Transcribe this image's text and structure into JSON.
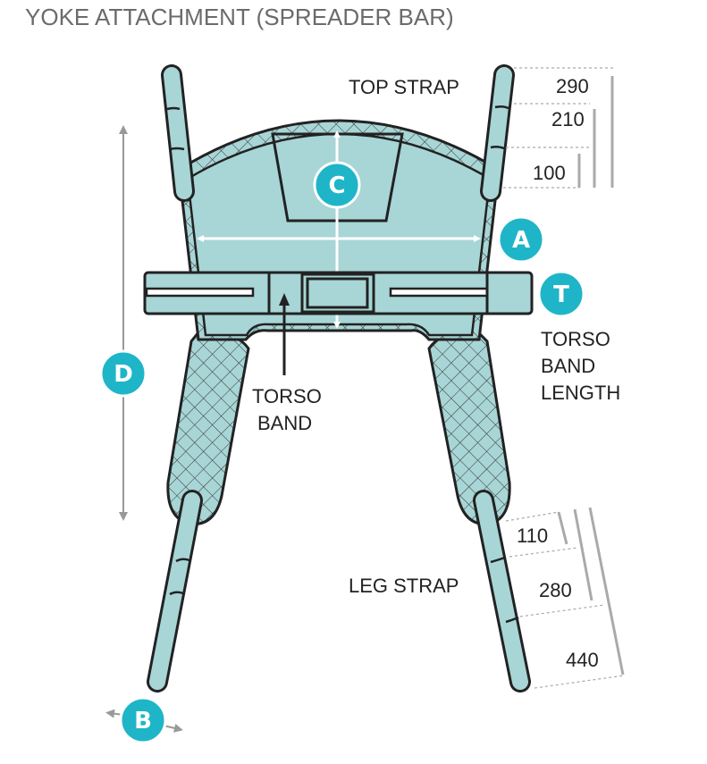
{
  "title": "YOKE ATTACHMENT (SPREADER BAR)",
  "labels": {
    "top_strap": "TOP STRAP",
    "leg_strap": "LEG STRAP",
    "torso_band": [
      "TORSO",
      "BAND"
    ],
    "torso_band_length": [
      "TORSO",
      "BAND",
      "LENGTH"
    ]
  },
  "badges": {
    "a": "A",
    "b": "B",
    "c": "C",
    "d": "D",
    "t": "T"
  },
  "top_strap_dimensions": [
    "290",
    "210",
    "100"
  ],
  "leg_strap_dimensions": [
    "110",
    "280",
    "440"
  ],
  "colors": {
    "fill": "#a8d5d6",
    "badge": "#1fb5c8",
    "outline": "#222222",
    "dimension": "#aaaaaa"
  }
}
